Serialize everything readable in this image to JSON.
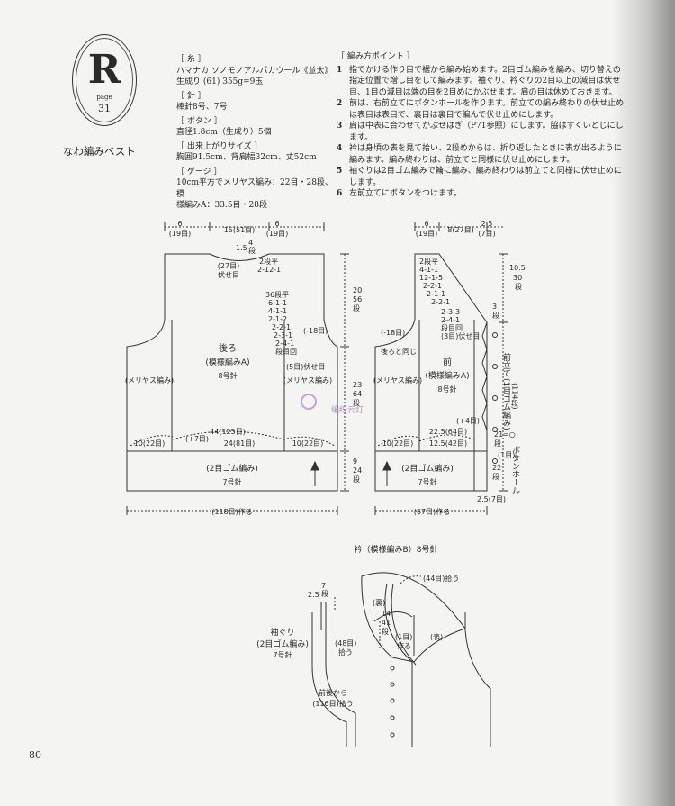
{
  "header": {
    "letter": "R",
    "page_label": "page",
    "page_number": "31",
    "title": "なわ編みベスト"
  },
  "materials": {
    "yarn_h": "［ 糸 ］",
    "yarn_1": "ハマナカ ソノモノアルパカウール《並太》",
    "yarn_2": "生成り (61) 355g=9玉",
    "needle_h": "［ 針 ］",
    "needle": "棒針8号、7号",
    "button_h": "［ ボタン ］",
    "button": "直径1.8cm（生成り）5個",
    "size_h": "［ 出来上がりサイズ ］",
    "size": "胸囲91.5cm、背肩幅32cm、丈52cm",
    "gauge_h": "［ ゲージ ］",
    "gauge_1": "10cm平方でメリヤス編み：22目・28段、模",
    "gauge_2": "様編みA：33.5目・28段"
  },
  "points": {
    "heading": "［ 編み方ポイント ］",
    "items": [
      {
        "n": "1",
        "t": "指でかける作り目で裾から編み始めます。2目ゴム編みを編み、切り替えの指定位置で増し目をして編みます。袖ぐり、衿ぐりの2目以上の減目は伏せ目、1目の減目は端の目を2目めにかぶせます。肩の目は休めておきます。"
      },
      {
        "n": "2",
        "t": "前は、右前立てにボタンホールを作ります。前立ての編み終わりの伏せ止めは表目は表目で、裏目は裏目で編んで伏せ止めにします。"
      },
      {
        "n": "3",
        "t": "肩は中表に合わせてかぶせはぎ（P71参照）にします。脇はすくいとじにします。"
      },
      {
        "n": "4",
        "t": "衿は身頃の表を見て拾い、2段めからは、折り返したときに表が出るように編みます。編み終わりは、前立てと同様に伏せ止めにします。"
      },
      {
        "n": "5",
        "t": "袖ぐりは2目ゴム編みで輪に編み、編み終わりは前立てと同様に伏せ止めにします。"
      },
      {
        "n": "6",
        "t": "左前立てにボタンをつけます。"
      }
    ]
  },
  "back": {
    "w_side_l": "6",
    "w_side_l2": "(19目)",
    "w_neck": "15(51目)",
    "w_side_r": "6",
    "w_side_r2": "(19目)",
    "neck_shape": "1.5",
    "neck_rows": "4",
    "neck_rows2": "段",
    "neck_bind": "(27目)",
    "neck_bind2": "伏せ目",
    "dec_1": "2段平",
    "dec_2": "2-12-1",
    "dec_3": "36段平",
    "dec_4": "6-1-1",
    "dec_5": "4-1-1",
    "dec_6": "2-1-2",
    "dec_7": "2-2-1",
    "dec_8": "2-3-1",
    "dec_9": "2-4-1",
    "dec_10": "段目回",
    "arm_dec": "(-18目)",
    "arm_bind": "(5目)伏せ目",
    "name": "後ろ",
    "pattern": "(模様編みA)",
    "needle": "8号針",
    "side_l": "(メリヤス編み)",
    "side_r": "(メリヤス編み)",
    "w_chest": "44(125目)",
    "inc": "(+7目)",
    "w_center": "24(81目)",
    "w_l": "10(22目)",
    "w_r": "10(22目)",
    "rib": "(2目ゴム編み)",
    "rib_needle": "7号針",
    "cast": "(118目)作る",
    "h_top_a": "20",
    "h_top_b": "56",
    "h_top_c": "段",
    "h_mid_a": "23",
    "h_mid_b": "64",
    "h_mid_c": "段",
    "h_rib_a": "9",
    "h_rib_b": "24",
    "h_rib_c": "段"
  },
  "front": {
    "w_side": "6",
    "w_side2": "(19目)",
    "w_mid": "8(27目)",
    "w_band": "2.5",
    "w_band2": "(7目)",
    "dec_1": "2段平",
    "dec_2": "4-1-1",
    "dec_3": "12-1-5",
    "dec_4": "2-2-1",
    "dec_5": "2-1-1",
    "dec_6": "2-2-1",
    "dec_7": "2-3-3",
    "dec_8": "2-4-1",
    "dec_9": "段目回",
    "dec_10": "(3目)伏せ目",
    "arm_dec": "(-18目)",
    "arm_note": "後ろと同じ",
    "name": "前",
    "pattern": "(模様編みA)",
    "needle": "8号針",
    "side": "(メリヤス編み)",
    "w_chest": "22.5(64目)",
    "inc": "(+4目)",
    "w_center": "12.5(42目)",
    "w_l": "10(22目)",
    "rib": "(2目ゴム編み)",
    "rib_needle": "7号針",
    "band_w": "2.5(7目)",
    "cast": "(67目)作る",
    "band_rows_a": "3",
    "band_rows_b": "段",
    "placket": "前立て",
    "placket2": "(1目ゴム編み)",
    "band_label": "ボタンホール",
    "band_len": "(114段)",
    "bh_rows_a": "21",
    "bh_rows_b": "段",
    "bh_rows2_a": "22",
    "bh_rows2_b": "段",
    "bh_one": "(1目)",
    "bh_sym": "=○",
    "top_rows_a": "10.5",
    "top_rows_b": "30",
    "top_rows_c": "段"
  },
  "collar": {
    "title": "衿（模様編みB）8号針",
    "h_a": "2.5",
    "h_b": "7",
    "h_c": "段",
    "pick_44": "(44目)拾う",
    "back_lbl": "(裏)",
    "face_lbl": "(表)",
    "rows_a": "14",
    "rows_b": "41",
    "rows_c": "段",
    "pick_48": "(48目)",
    "pick_48b": "拾う",
    "one": "(1目)",
    "one_b": "作る",
    "arm_1": "袖ぐり",
    "arm_2": "(2目ゴム編み)",
    "arm_3": "7号針",
    "pick_116a": "前後から",
    "pick_116b": "(116目)拾う"
  },
  "watermark": "编织云灯",
  "page_number": "80"
}
